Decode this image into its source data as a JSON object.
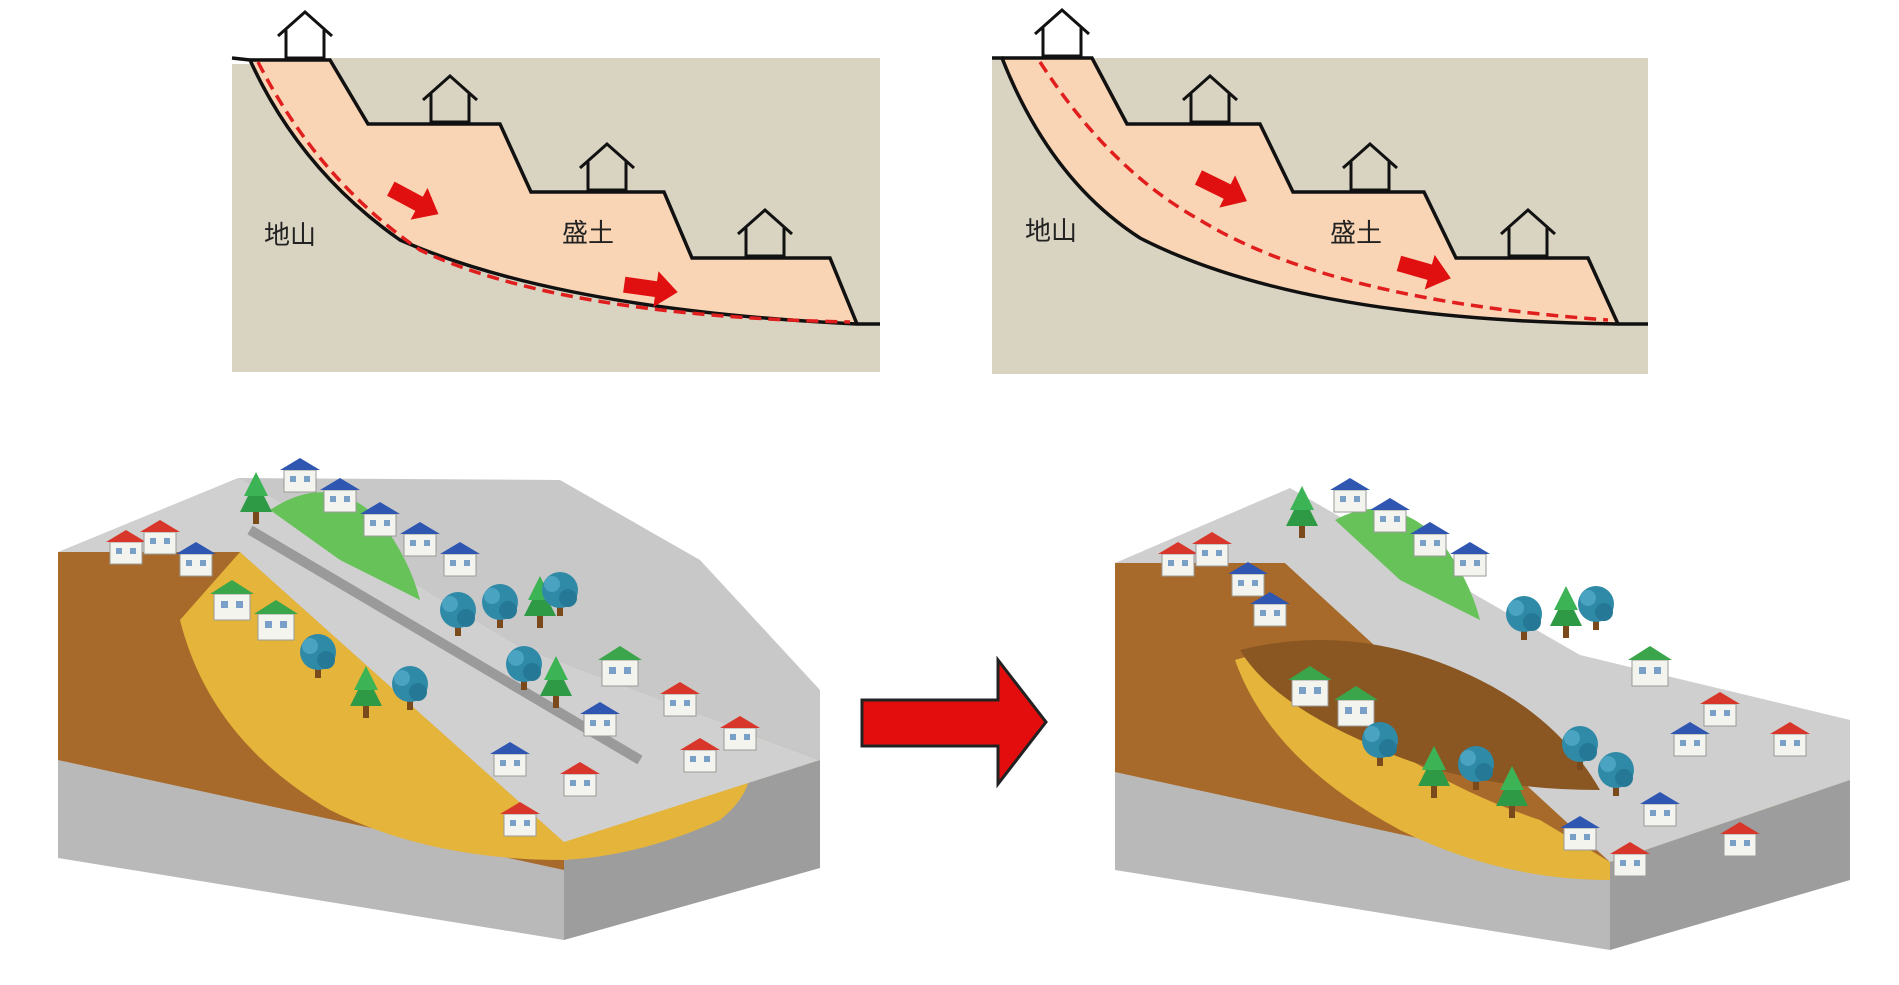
{
  "diagrams": {
    "left": {
      "natural_ground_label": "地山",
      "fill_label": "盛土"
    },
    "right": {
      "natural_ground_label": "地山",
      "fill_label": "盛土"
    }
  },
  "colors": {
    "natural_ground": "#d9d3c2",
    "fill_soil": "#f9d5b5",
    "slip_line": "#e01e1e",
    "arrow": "#e01010",
    "outline": "#111111",
    "block_soil": "#b8782f",
    "block_fill": "#e5b43a",
    "block_bedrock": "#b9b9b9",
    "block_surface": "#cfcfcf"
  },
  "icons": {
    "house": "house-outline-icon",
    "move_arrow": "red-slide-arrow-icon",
    "transition_arrow": "big-red-right-arrow-icon"
  }
}
